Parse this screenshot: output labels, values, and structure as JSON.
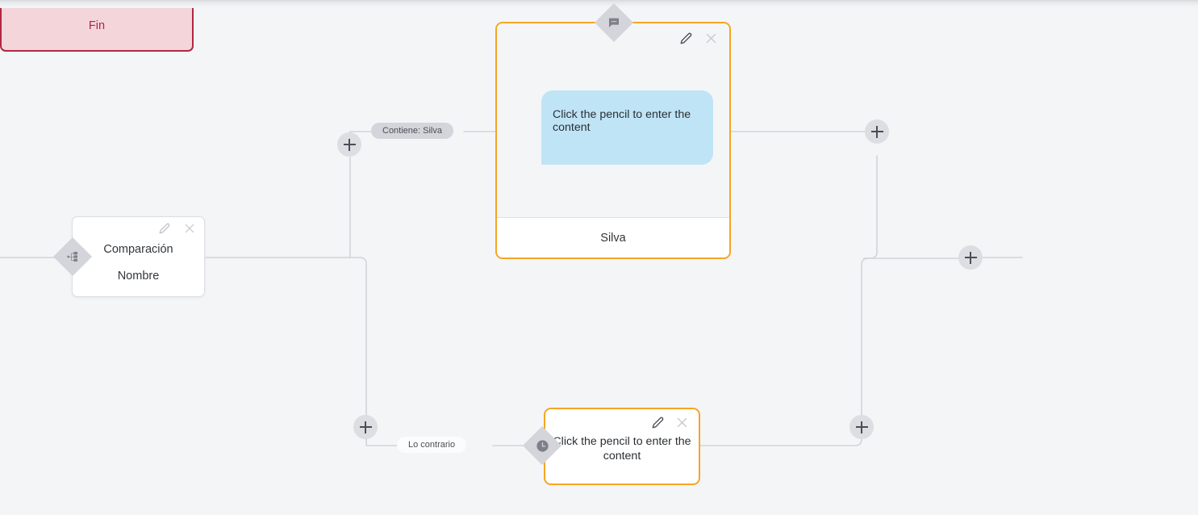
{
  "app": {
    "canvas_background": "#f4f5f7",
    "accent_orange": "#f5a623",
    "accent_red": "#b02840",
    "bubble_blue": "#bfe4f6"
  },
  "nodes": {
    "comparison": {
      "title": "Comparación",
      "subtitle": "Nombre",
      "edit_icon": "pencil-icon",
      "close_icon": "close-icon",
      "badge_icon": "branch-icon"
    },
    "message_top": {
      "bubble_text": "Click the pencil to enter the content",
      "footer_label": "Silva",
      "edit_icon": "pencil-icon",
      "close_icon": "close-icon",
      "badge_icon": "chat-bubble-icon"
    },
    "message_bottom": {
      "text": "Click the pencil to enter the content",
      "edit_icon": "pencil-icon",
      "close_icon": "close-icon",
      "badge_icon": "clock-icon"
    },
    "fin": {
      "label": "Fin"
    }
  },
  "edge_labels": {
    "contiene": "Contiene: Silva",
    "contrario": "Lo contrario"
  },
  "add_buttons": {
    "a": "+",
    "b": "+",
    "c": "+",
    "d": "+",
    "e": "+"
  }
}
